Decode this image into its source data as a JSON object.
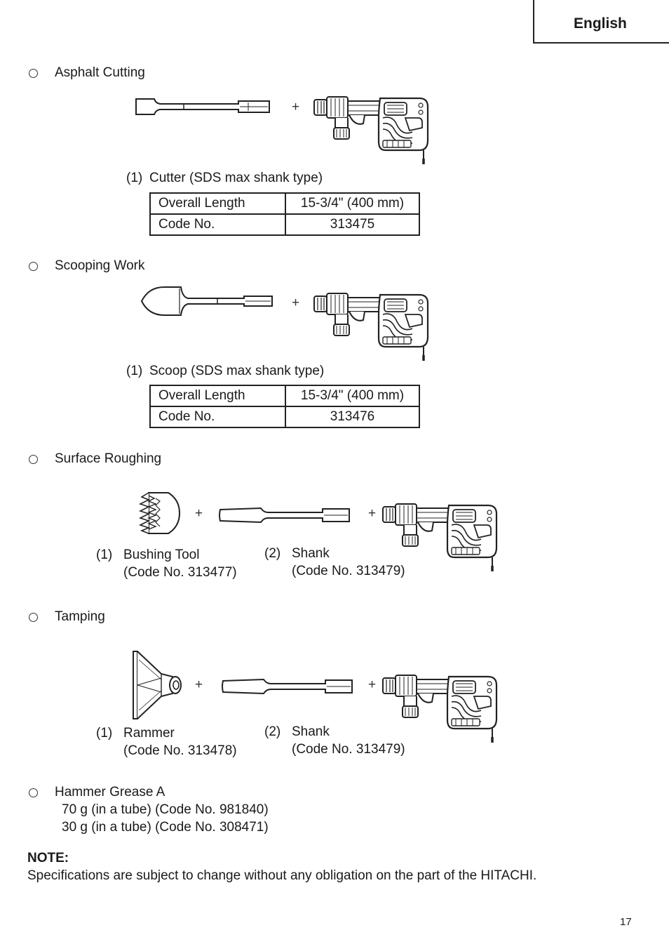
{
  "header": {
    "language": "English"
  },
  "sections": [
    {
      "title": "Asphalt Cutting",
      "caption": {
        "num": "(1)",
        "label": "Cutter (SDS max shank type)"
      },
      "spec": [
        {
          "key": "Overall Length",
          "value": "15-3/4\" (400 mm)"
        },
        {
          "key": "Code No.",
          "value": "313475"
        }
      ]
    },
    {
      "title": "Scooping Work",
      "caption": {
        "num": "(1)",
        "label": "Scoop (SDS max shank type)"
      },
      "spec": [
        {
          "key": "Overall Length",
          "value": "15-3/4\" (400 mm)"
        },
        {
          "key": "Code No.",
          "value": "313476"
        }
      ]
    },
    {
      "title": "Surface Roughing",
      "items": [
        {
          "num": "(1)",
          "name": "Bushing Tool",
          "code": "(Code No. 313477)"
        },
        {
          "num": "(2)",
          "name": "Shank",
          "code": "(Code No. 313479)"
        }
      ]
    },
    {
      "title": "Tamping",
      "items": [
        {
          "num": "(1)",
          "name": "Rammer",
          "code": "(Code No. 313478)"
        },
        {
          "num": "(2)",
          "name": "Shank",
          "code": "(Code No. 313479)"
        }
      ]
    },
    {
      "title": "Hammer Grease A",
      "lines": [
        "70 g (in a tube) (Code No. 981840)",
        "30 g (in a tube) (Code No. 308471)"
      ]
    }
  ],
  "plus_sign": "+",
  "note": {
    "label": "NOTE:",
    "text": "Specifications are subject to change without any obligation on the part of the HITACHI."
  },
  "page_number": "17",
  "icons": [
    "cutter-icon",
    "scoop-icon",
    "bushing-tool-icon",
    "shank-icon",
    "rammer-icon",
    "demolition-hammer-icon"
  ]
}
